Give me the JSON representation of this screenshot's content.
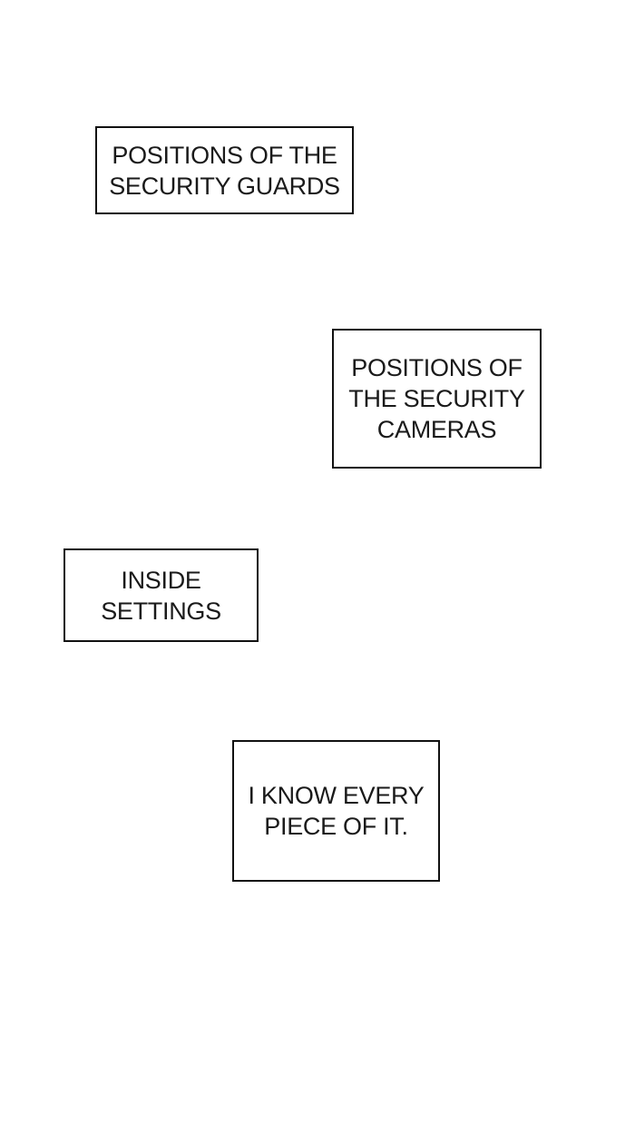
{
  "colors": {
    "page_background": "#ffffff",
    "box_background": "#ffffff",
    "box_border": "#111111",
    "text": "#1a1a1a"
  },
  "boxes": [
    {
      "id": "security-guards",
      "lines": [
        "POSITIONS OF THE",
        "SECURITY GUARDS"
      ]
    },
    {
      "id": "security-cameras",
      "lines": [
        "POSITIONS OF",
        "THE SECURITY",
        "CAMERAS"
      ]
    },
    {
      "id": "inside-settings",
      "lines": [
        "INSIDE",
        "SETTINGS"
      ]
    },
    {
      "id": "know-every-piece",
      "lines": [
        "I KNOW EVERY",
        "PIECE OF IT."
      ]
    }
  ]
}
